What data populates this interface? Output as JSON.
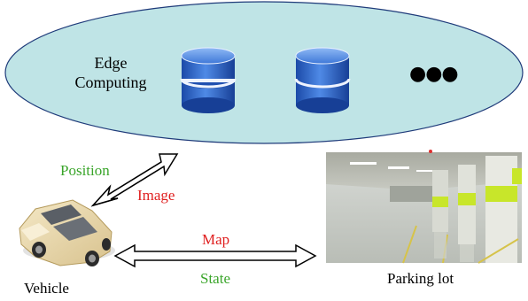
{
  "edge": {
    "label_line1": "Edge",
    "label_line2": "Computing",
    "more_symbol": "●●●",
    "database_icon": "database-icon"
  },
  "links": {
    "position_label": "Position",
    "image_label": "Image",
    "map_label": "Map",
    "state_label": "State"
  },
  "vehicle": {
    "label": "Vehicle",
    "icon": "car-icon"
  },
  "parking": {
    "label": "Parking lot"
  },
  "colors": {
    "green_label": "#3aa52a",
    "red_label": "#e02020",
    "ellipse_fill": "#bfe4e6",
    "ellipse_stroke": "#1f3b7a",
    "db_blue": "#2a5fc4",
    "car_body": "#e9d8ad"
  }
}
